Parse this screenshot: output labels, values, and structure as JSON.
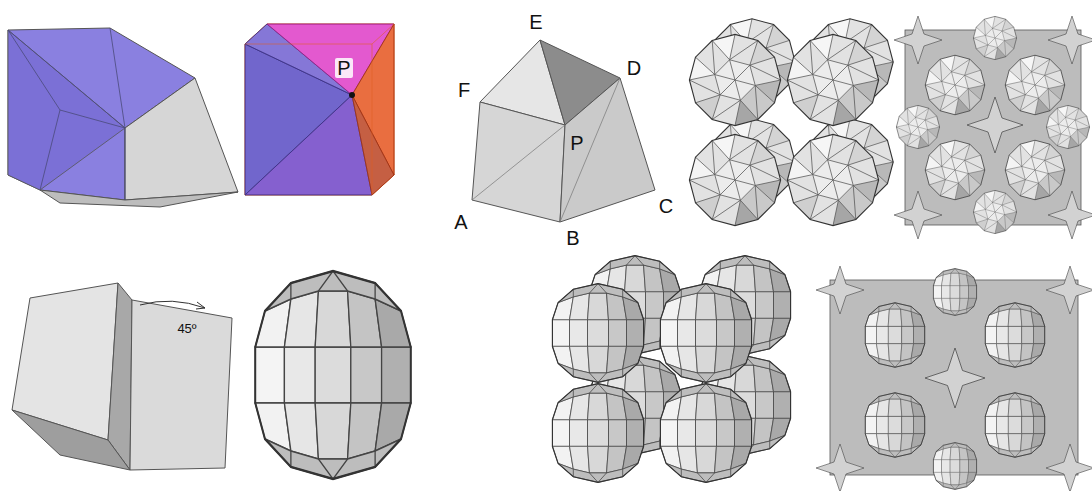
{
  "diagram": {
    "labels": [
      "P",
      "E",
      "F",
      "P",
      "D",
      "A",
      "B",
      "C",
      "45º"
    ]
  }
}
